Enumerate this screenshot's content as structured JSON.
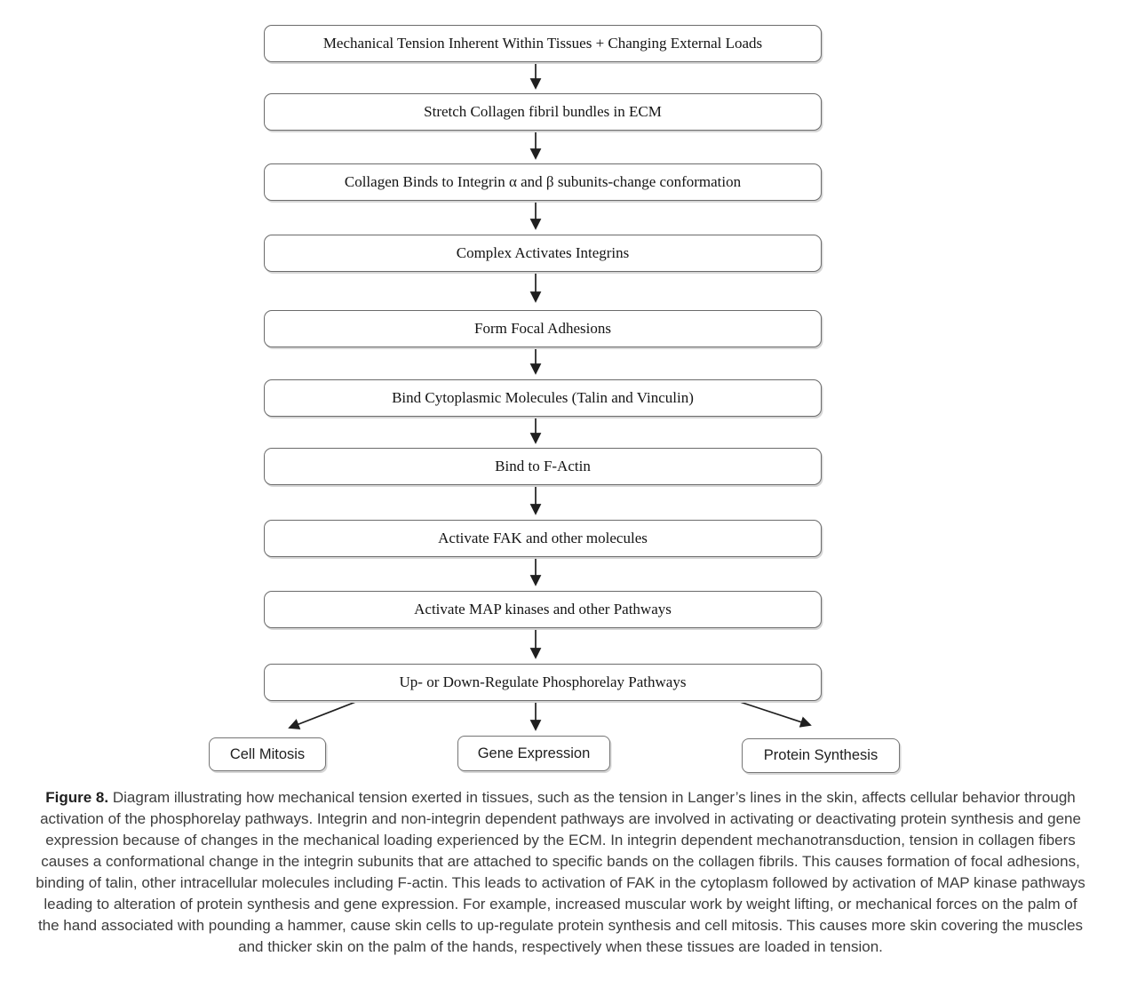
{
  "figure": {
    "type": "flowchart",
    "flow_nodes": [
      "Mechanical Tension Inherent Within Tissues + Changing External Loads",
      "Stretch Collagen fibril bundles in ECM",
      "Collagen Binds to Integrin α and β subunits-change conformation",
      "Complex Activates Integrins",
      "Form Focal Adhesions",
      "Bind Cytoplasmic Molecules (Talin and Vinculin)",
      "Bind to F-Actin",
      "Activate FAK and other molecules",
      "Activate MAP kinases and other Pathways",
      "Up- or Down-Regulate Phosphorelay Pathways"
    ],
    "outcomes": [
      "Cell Mitosis",
      "Gene Expression",
      "Protein Synthesis"
    ],
    "caption": {
      "label": "Figure 8.",
      "text": "Diagram illustrating how mechanical tension exerted in tissues, such as the tension in Langer’s lines in the skin, affects cellular behavior through activation of the phosphorelay pathways. Integrin and non-integrin dependent pathways are involved in activating or deactivating protein synthesis and gene expression because of changes in the mechanical loading experienced by the ECM. In integrin dependent mechanotransduction, tension in collagen fibers causes a conformational change in the integrin subunits that are attached to specific bands on the collagen fibrils. This causes formation of focal adhesions, binding of talin, other intracellular molecules including F-actin. This leads to activation of FAK in the cytoplasm followed by activation of MAP kinase pathways leading to alteration of protein synthesis and gene expression. For example, increased muscular work by weight lifting, or mechanical forces on the palm of the hand associated with pounding a hammer, cause skin cells to up-regulate protein synthesis and cell mitosis. This causes more skin covering the muscles and thicker skin on the palm of the hands, respectively when these tissues are loaded in tension."
    },
    "colors": {
      "background": "#ffffff",
      "box_border": "#6b6b6b",
      "arrow": "#1f1f1f",
      "box_text": "#141414",
      "caption_text": "#3d3d3d"
    }
  }
}
